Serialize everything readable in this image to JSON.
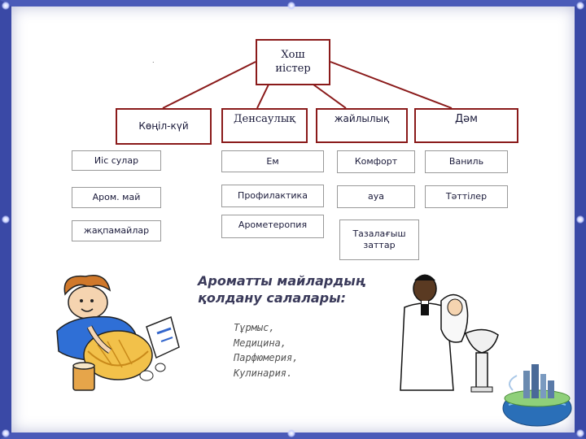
{
  "root": {
    "line1": "Хош",
    "line2": "иістер"
  },
  "categories": [
    {
      "label": "Көңіл-күй"
    },
    {
      "label": "Денсаулық"
    },
    {
      "label": "жайлылық"
    },
    {
      "label": "Дәм"
    }
  ],
  "col1": [
    "Иіс сулар",
    "Аром. май",
    "жақпамайлар"
  ],
  "col2": [
    "Ем",
    "Профилактика",
    "Арометеропия"
  ],
  "col3": [
    "Комфорт",
    "ауа",
    "Тазалағыш заттар"
  ],
  "col4": [
    "Ваниль",
    "Тәттілер"
  ],
  "heading": {
    "line1": "Ароматты майлардың",
    "line2": "қолдану салалары:"
  },
  "areas": [
    "Тұрмыс,",
    "Медицина,",
    "Парфюмерия,",
    "Кулинария."
  ],
  "colors": {
    "frame": "#3a49a6",
    "box_border": "#8a1a1a"
  }
}
